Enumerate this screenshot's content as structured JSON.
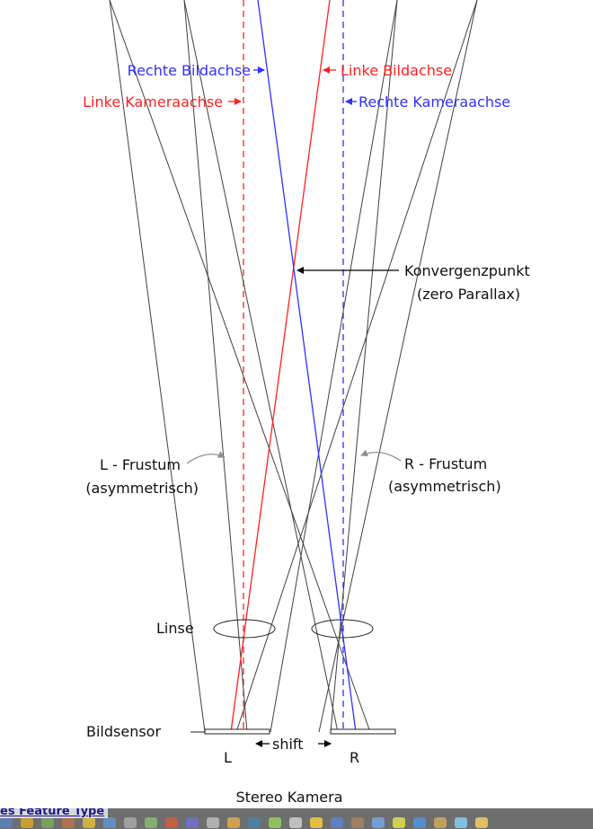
{
  "labels": {
    "rechte_bildachse": "Rechte Bildachse",
    "linke_bildachse": "Linke Bildachse",
    "linke_kameraachse": "Linke Kameraachse",
    "rechte_kameraachse": "Rechte Kameraachse",
    "konvergenzpunkt": "Konvergenzpunkt",
    "zero_parallax": "(zero Parallax)",
    "l_frustum": "L - Frustum",
    "l_frustum_sub": "(asymmetrisch)",
    "r_frustum": "R - Frustum",
    "r_frustum_sub": "(asymmetrisch)",
    "linse": "Linse",
    "bildsensor": "Bildsensor",
    "shift": "shift",
    "left_camera": "L",
    "right_camera": "R",
    "caption": "Stereo Kamera"
  },
  "bottom_bar": {
    "link_text": "es Feature Type"
  },
  "colors": {
    "red": "#ff2020",
    "blue": "#3030ff",
    "dark": "#404040",
    "gray_arrow": "#909090"
  }
}
